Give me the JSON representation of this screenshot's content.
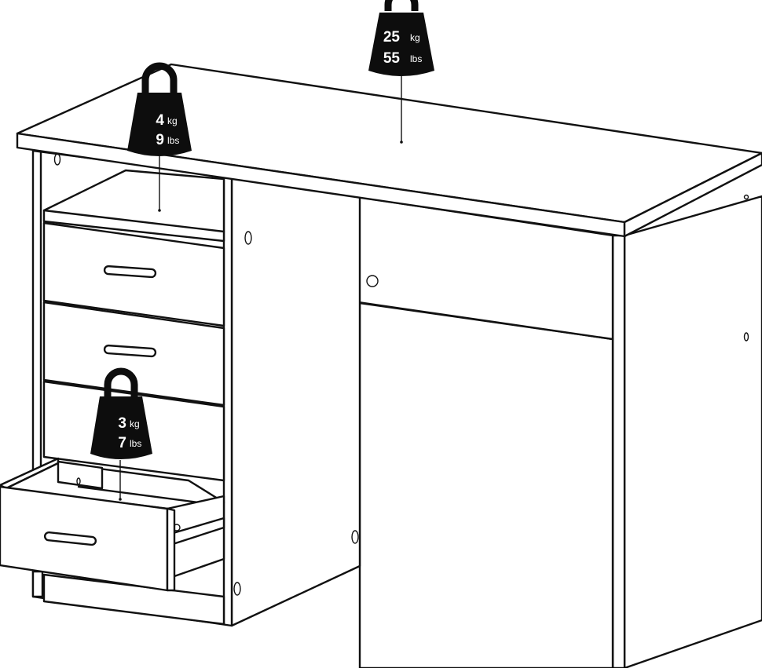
{
  "diagram": {
    "colors": {
      "line": "#111111",
      "weight_fill": "#0d0d0d",
      "background": "#ffffff"
    },
    "load_labels": [
      {
        "id": "tabletop",
        "kg_value": "25",
        "kg_unit": "kg",
        "lbs_value": "55",
        "lbs_unit": "lbs"
      },
      {
        "id": "shelf",
        "kg_value": "4",
        "kg_unit": "kg",
        "lbs_value": "9",
        "lbs_unit": "lbs"
      },
      {
        "id": "drawer",
        "kg_value": "3",
        "kg_unit": "kg",
        "lbs_value": "7",
        "lbs_unit": "lbs"
      }
    ],
    "icons": [
      "weight-icon"
    ]
  }
}
